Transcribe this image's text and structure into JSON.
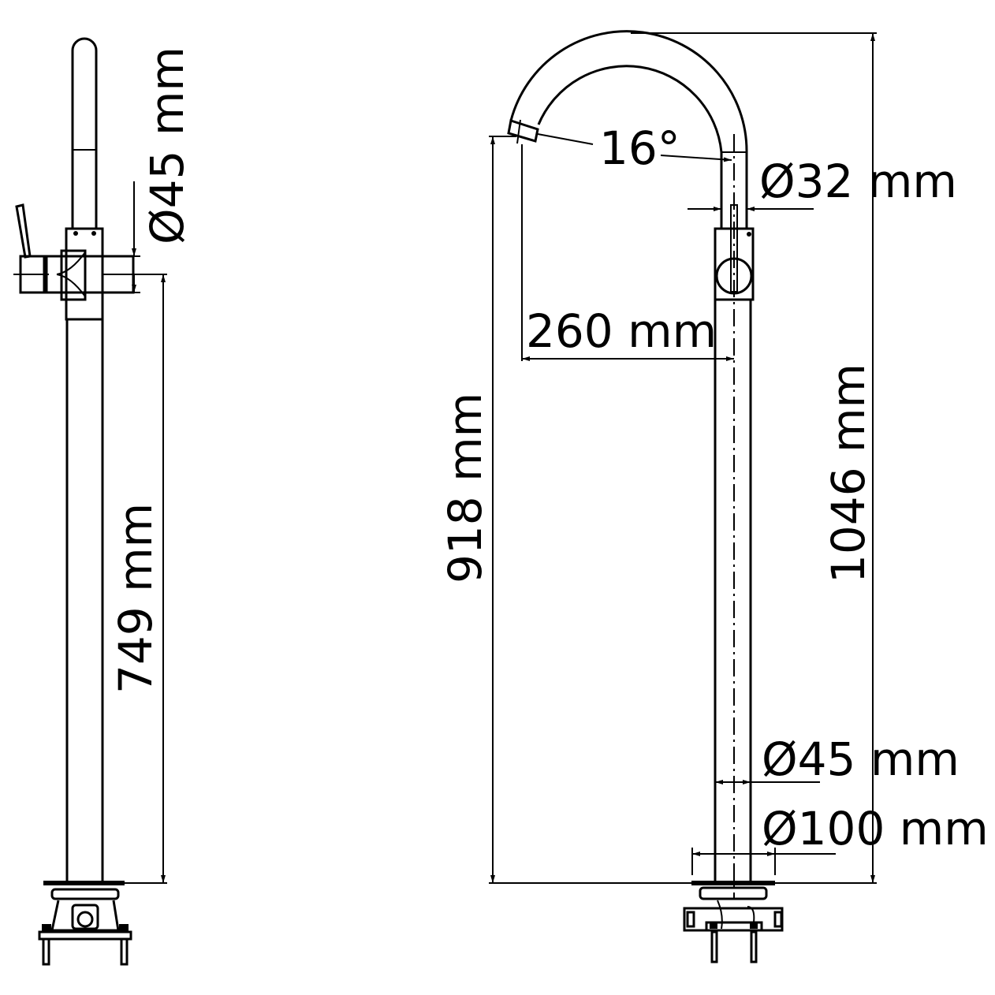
{
  "drawing": {
    "side_view": {
      "diameter_label": "Ø45 mm",
      "height_label": "749 mm"
    },
    "front_view": {
      "angle_label": "16°",
      "spout_diameter_label": "Ø32 mm",
      "reach_label": "260 mm",
      "spout_height_label": "918 mm",
      "total_height_label": "1046 mm",
      "pipe_diameter_label": "Ø45 mm",
      "base_diameter_label": "Ø100 mm"
    }
  }
}
